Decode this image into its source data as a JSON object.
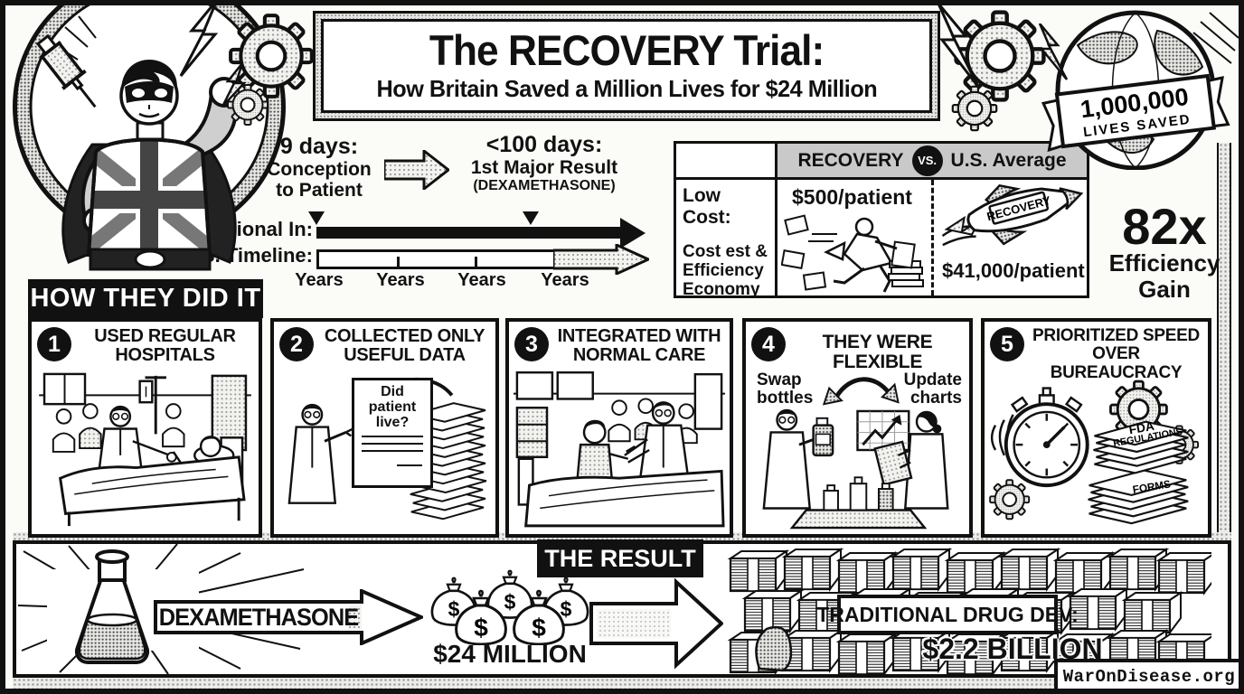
{
  "header": {
    "title": "The RECOVERY Trial:",
    "subtitle": "How Britain Saved a Million Lives for $24 Million",
    "badge_number": "1,000,000",
    "badge_label": "LIVES SAVED"
  },
  "timeline": {
    "fast_title": "9 days:",
    "fast_sub": "Conception to Patient",
    "slow_title": "<100 days:",
    "slow_sub": "1st Major Result",
    "slow_note": "(DEXAMETHASONE)",
    "row1_label": "Traditional In:",
    "row2_label": "U.S. Timeline:",
    "ticks": [
      "Years",
      "Years",
      "Years",
      "Years"
    ]
  },
  "comparison": {
    "col_recovery": "RECOVERY",
    "vs": "VS.",
    "col_us": "U.S. Average",
    "row1_label": "Low Cost:",
    "row2_label": "Cost est & Efficiency Economy",
    "recovery_value": "$500/patient",
    "us_value": "$41,000/patient",
    "rocket_label": "RECOVERY",
    "gain_value": "82x",
    "gain_label": "Efficiency Gain"
  },
  "how": {
    "header": "HOW THEY DID IT",
    "panels": [
      {
        "num": "1",
        "title": "USED REGULAR HOSPITALS"
      },
      {
        "num": "2",
        "title": "COLLECTED ONLY USEFUL DATA",
        "card": "Did patient live?"
      },
      {
        "num": "3",
        "title": "INTEGRATED WITH NORMAL CARE"
      },
      {
        "num": "4",
        "title": "THEY WERE FLEXIBLE",
        "label_left": "Swap bottles",
        "label_right": "Update charts"
      },
      {
        "num": "5",
        "title": "PRIORITIZED SPEED OVER BUREAUCRACY",
        "doc_top_1": "FDA",
        "doc_top_2": "REGULATIONS",
        "doc_bottom": "FORMS"
      }
    ]
  },
  "result": {
    "header": "THE RESULT",
    "drug": "DEXAMETHASONE",
    "bag_symbol": "$",
    "cheap_value": "$24 MILLION",
    "expensive_label": "TRADITIONAL DRUG DEV:",
    "expensive_value": "$2.2 BILLION"
  },
  "footer": {
    "site": "WarOnDisease.org"
  }
}
